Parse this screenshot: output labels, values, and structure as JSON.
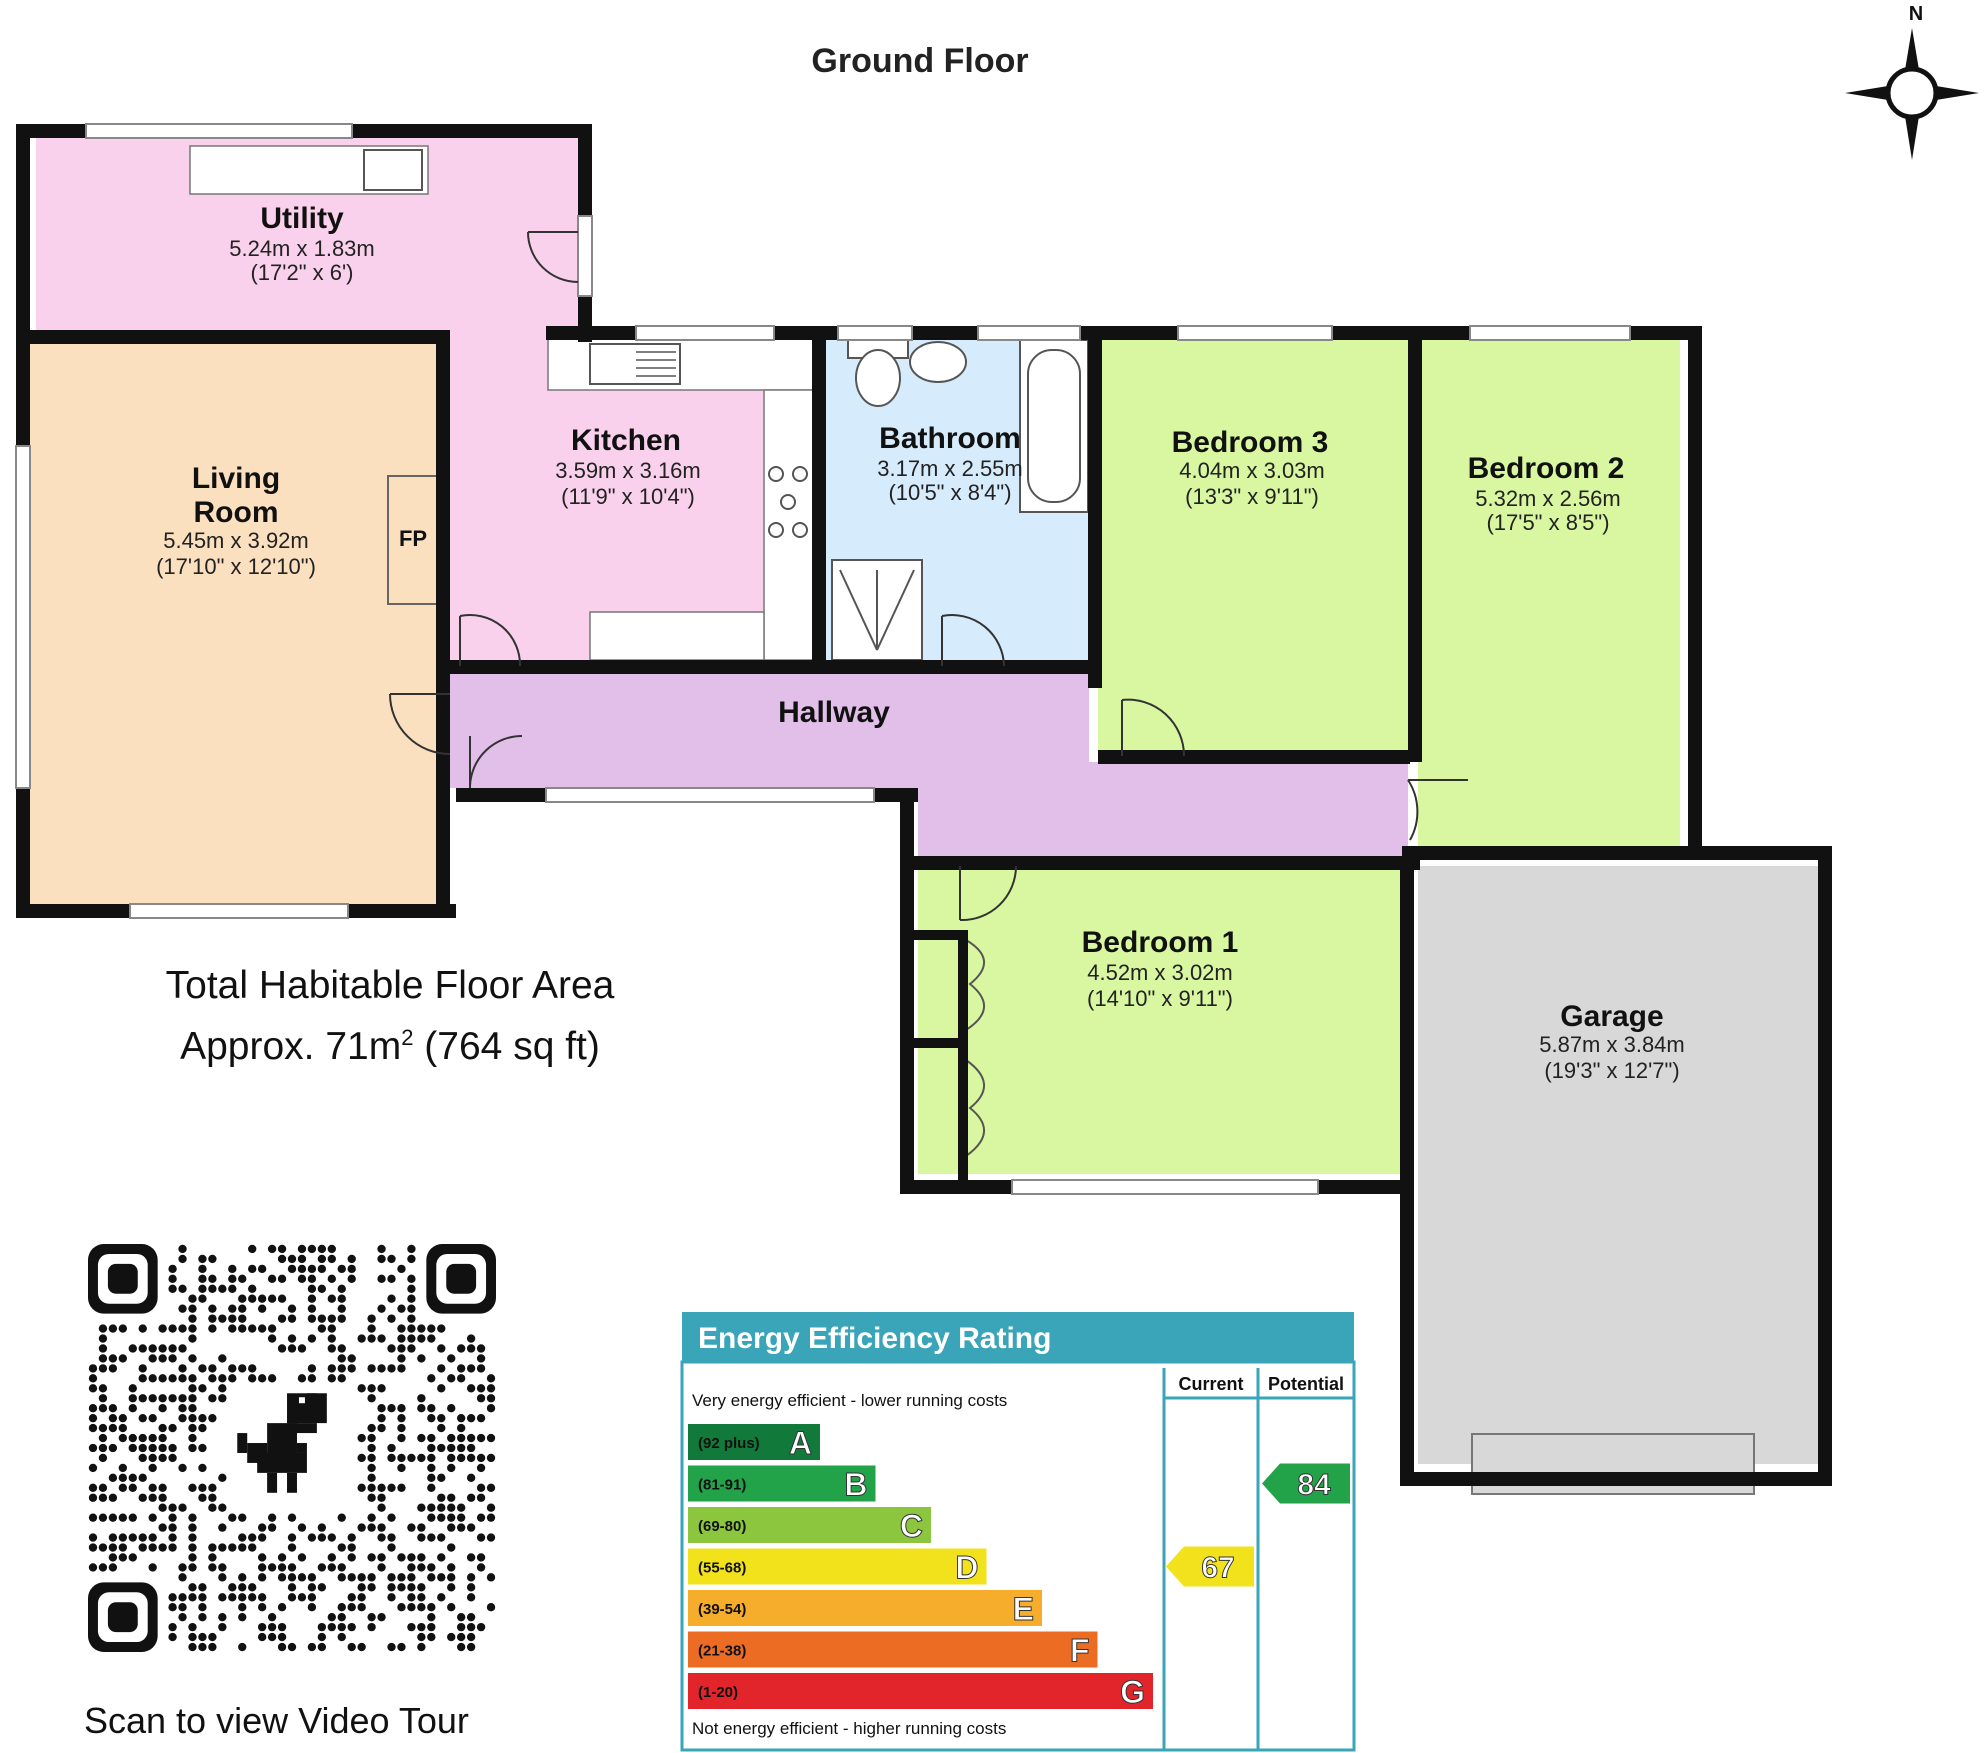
{
  "plan": {
    "floor_title": "Ground Floor",
    "compass_label": "N",
    "fireplace_label": "FP",
    "rooms": {
      "utility": {
        "name": "Utility",
        "dim_m": "5.24m x 1.83m",
        "dim_ft": "(17'2\" x 6')"
      },
      "living": {
        "name_line1": "Living",
        "name_line2": "Room",
        "dim_m": "5.45m x 3.92m",
        "dim_ft": "(17'10\" x 12'10\")"
      },
      "kitchen": {
        "name": "Kitchen",
        "dim_m": "3.59m x 3.16m",
        "dim_ft": "(11'9\" x 10'4\")"
      },
      "bathroom": {
        "name": "Bathroom",
        "dim_m": "3.17m x 2.55m",
        "dim_ft": "(10'5\" x 8'4\")"
      },
      "bedroom3": {
        "name": "Bedroom 3",
        "dim_m": "4.04m x 3.03m",
        "dim_ft": "(13'3\" x 9'11\")"
      },
      "bedroom2": {
        "name": "Bedroom 2",
        "dim_m": "5.32m x 2.56m",
        "dim_ft": "(17'5\" x 8'5\")"
      },
      "hallway": {
        "name": "Hallway"
      },
      "bedroom1": {
        "name": "Bedroom 1",
        "dim_m": "4.52m x 3.02m",
        "dim_ft": "(14'10\" x 9'11\")"
      },
      "garage": {
        "name": "Garage",
        "dim_m": "5.87m x 3.84m",
        "dim_ft": "(19'3\" x 12'7\")"
      }
    },
    "colors": {
      "wall": "#111111",
      "utility_kitchen": "#f9d1ec",
      "living": "#fbe0c0",
      "bathroom": "#d6ebfb",
      "bedrooms": "#d8f7a0",
      "hallway": "#e1bfe8",
      "garage": "#d8d8d8"
    }
  },
  "area": {
    "line1": "Total Habitable Floor Area",
    "line2_prefix": "Approx. 71m",
    "line2_sup": "2",
    "line2_suffix": " (764 sq ft)"
  },
  "qr": {
    "caption": "Scan to view Video Tour"
  },
  "epc": {
    "title": "Energy Efficiency Rating",
    "header_current": "Current",
    "header_potential": "Potential",
    "top_note": "Very energy efficient - lower running costs",
    "bottom_note": "Not energy efficient - higher running costs",
    "bands": [
      {
        "range": "(92 plus)",
        "letter": "A",
        "color": "#117a3a"
      },
      {
        "range": "(81-91)",
        "letter": "B",
        "color": "#22a34a"
      },
      {
        "range": "(69-80)",
        "letter": "C",
        "color": "#8cc63f"
      },
      {
        "range": "(55-68)",
        "letter": "D",
        "color": "#f2e21c"
      },
      {
        "range": "(39-54)",
        "letter": "E",
        "color": "#f6ad2b"
      },
      {
        "range": "(21-38)",
        "letter": "F",
        "color": "#ec6c24"
      },
      {
        "range": "(1-20)",
        "letter": "G",
        "color": "#e1252b"
      }
    ],
    "current": {
      "value": 67,
      "band": "D",
      "color": "#f2e21c"
    },
    "potential": {
      "value": 84,
      "band": "B",
      "color": "#22a34a"
    },
    "accent": "#3aa5b8"
  }
}
